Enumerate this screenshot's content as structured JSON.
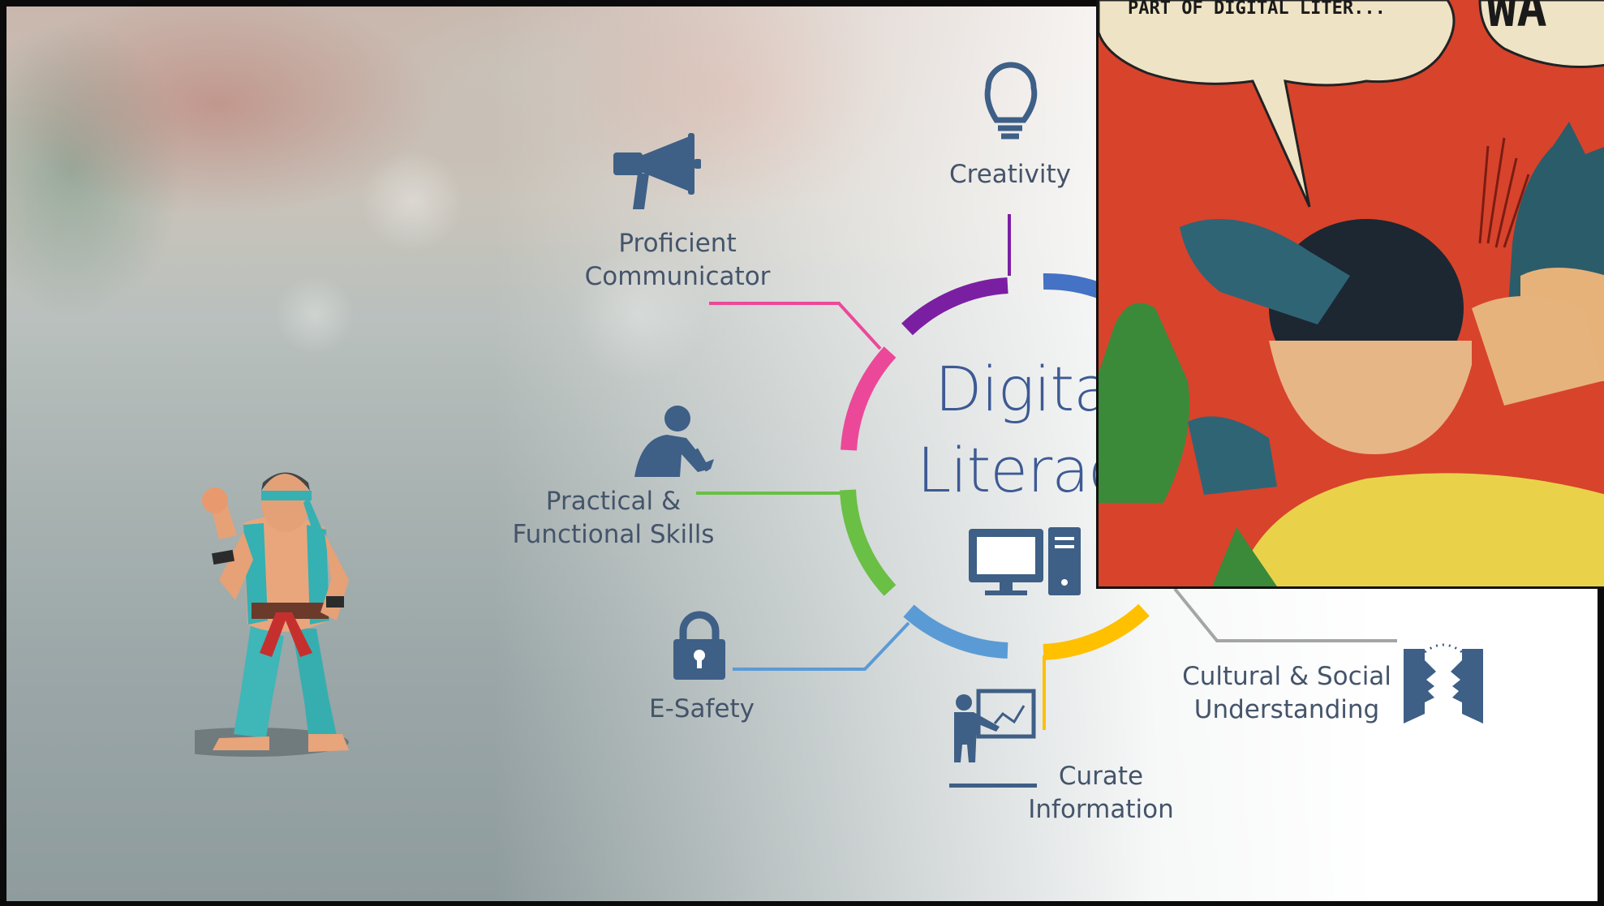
{
  "diagram": {
    "center_line1": "Digita",
    "center_line2": "Literac",
    "labels": {
      "creativity": "Creativity",
      "proficient_line1": "Proficient",
      "proficient_line2": "Communicator",
      "practical_line1": "Practical &",
      "practical_line2": "Functional Skills",
      "esafety": "E-Safety",
      "curate_line1": "Curate",
      "curate_line2": "Information",
      "cultural_line1": "Cultural & Social",
      "cultural_line2": "Understanding"
    },
    "icons": [
      "lightbulb-icon",
      "megaphone-icon",
      "person-writing-icon",
      "padlock-icon",
      "computer-icon",
      "presenter-icon",
      "two-faces-icon"
    ],
    "colors": {
      "purple": "#7b1fa2",
      "blue": "#4472c4",
      "pink": "#ec4899",
      "green": "#6abf45",
      "light_blue": "#5b9bd5",
      "yellow": "#ffc000",
      "gray": "#a5a5a5",
      "icon": "#3e5f86",
      "text": "#44546a"
    }
  },
  "meme": {
    "caption_left": "PART OF DIGITAL LITER...",
    "caption_right": "WA"
  }
}
